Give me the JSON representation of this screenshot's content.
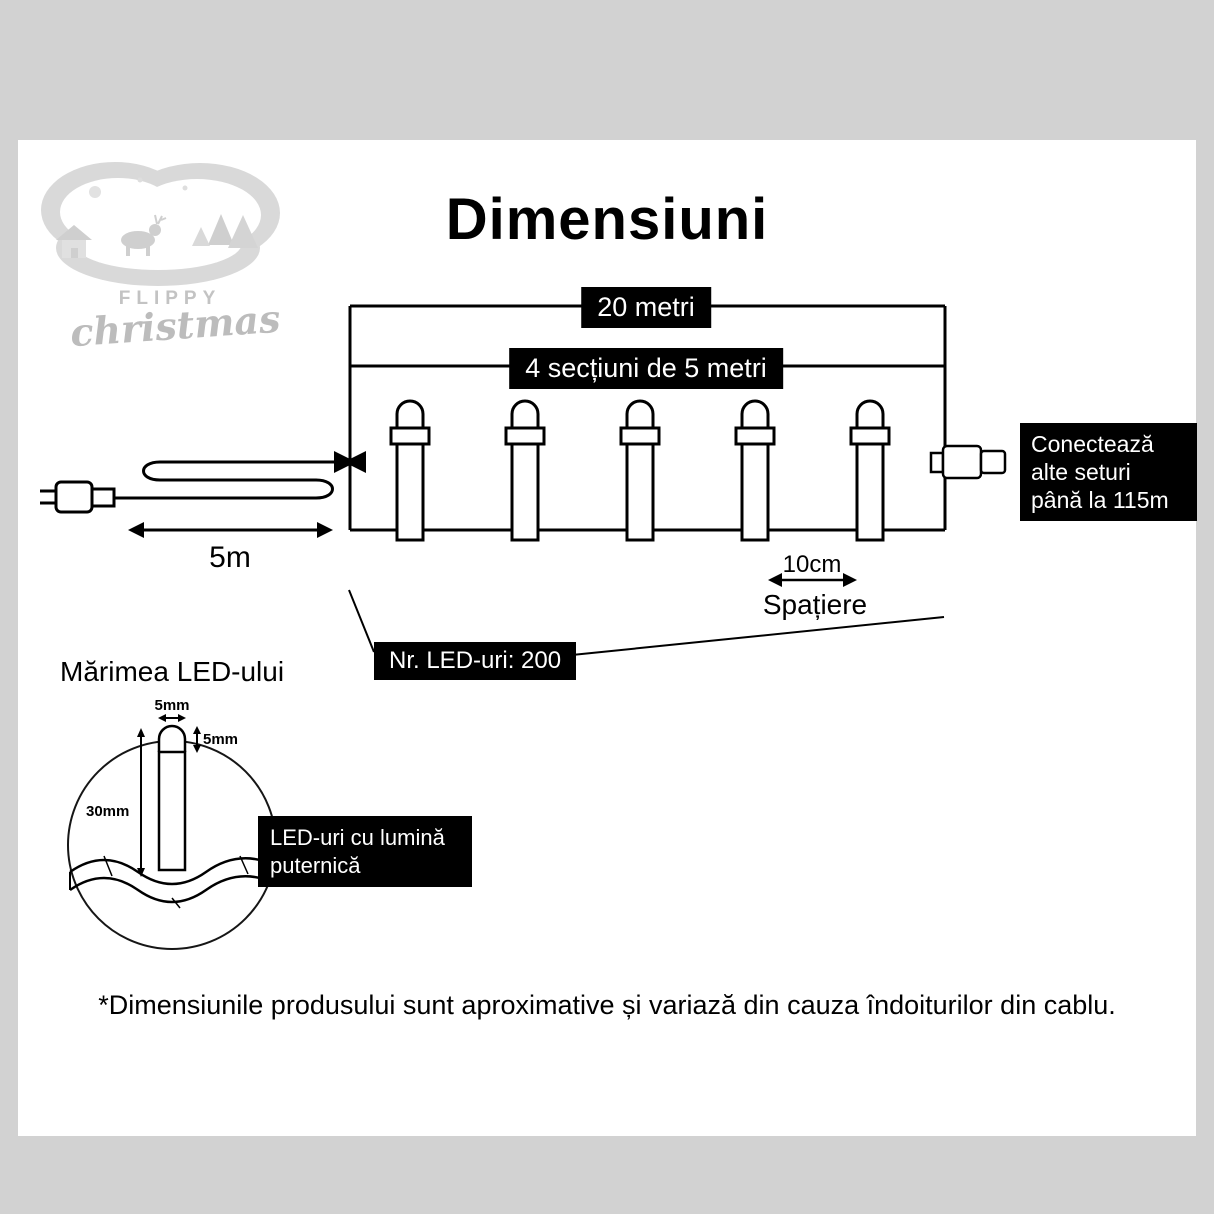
{
  "colors": {
    "background": "#d2d2d2",
    "surface": "#ffffff",
    "ink": "#000000",
    "label_bg": "#000000",
    "label_text": "#ffffff",
    "logo_gray": "#c3c3c3"
  },
  "logo": {
    "brand_top": "FLIPPY",
    "brand_script": "christmas"
  },
  "page": {
    "title": "Dimensiuni",
    "footnote": "*Dimensiunile produsului sunt aproximative și variază din cauza îndoiturilor din cablu."
  },
  "diagram": {
    "total_length": "20 metri",
    "sections": "4 secțiuni de 5 metri",
    "lead_length": "5m",
    "connect_note": "Conectează alte seturi până la 115m",
    "spacing_value": "10cm",
    "spacing_label": "Spațiere",
    "led_count": "Nr. LED-uri: 200"
  },
  "led_detail": {
    "heading": "Mărimea LED-ului",
    "bulb_width": "5mm",
    "bulb_tip_height": "5mm",
    "bulb_height": "30mm",
    "callout": "LED-uri cu lumină puternică"
  }
}
